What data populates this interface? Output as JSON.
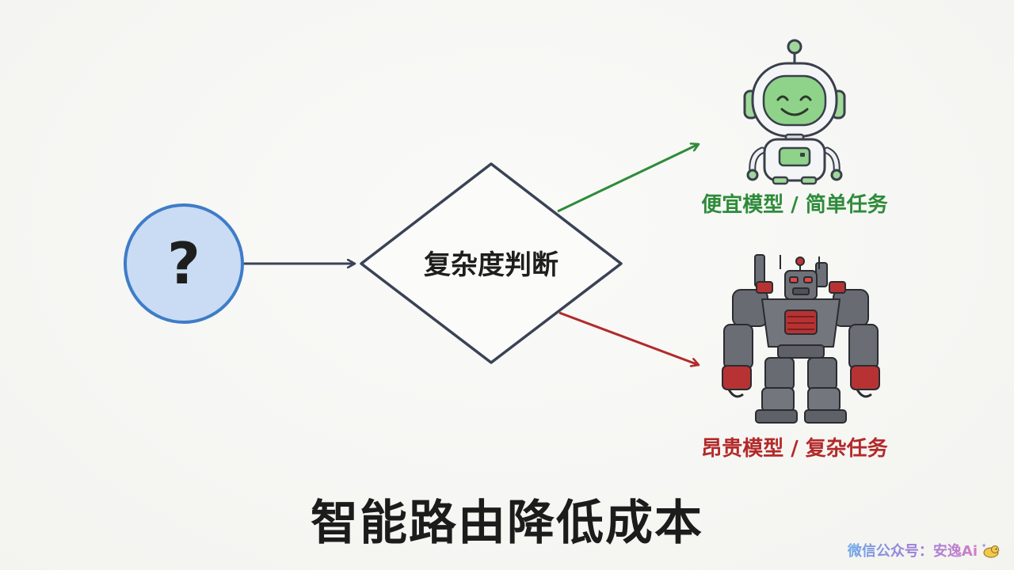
{
  "question_node": {
    "symbol": "?"
  },
  "decision_node": {
    "label": "复杂度判断"
  },
  "branches": {
    "cheap": {
      "label": "便宜模型 / 简单任务",
      "color": "#2e8b3a"
    },
    "expensive": {
      "label": "昂贵模型 / 复杂任务",
      "color": "#b22a2a"
    }
  },
  "title": "智能路由降低成本",
  "watermark": {
    "text": "微信公众号：安逸Ai"
  },
  "colors": {
    "question_fill": "#c9dcf3",
    "question_stroke": "#3f7cc8",
    "arrow_neutral": "#3a4256",
    "diamond_stroke": "#3a4256"
  },
  "icons": {
    "cheap_robot": "small-friendly-robot-icon",
    "expensive_robot": "large-mech-robot-icon",
    "watermark_badge": "sparkle-bird-icon"
  }
}
